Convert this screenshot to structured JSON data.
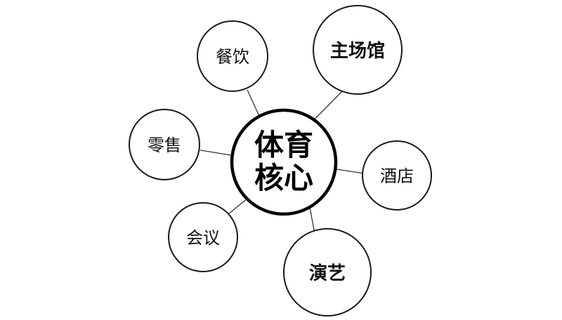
{
  "diagram": {
    "center": {
      "line1": "体育",
      "line2": "核心"
    },
    "nodes": {
      "main_venue": "主场馆",
      "catering": "餐饮",
      "retail": "零售",
      "hotel": "酒店",
      "conference": "会议",
      "performance": "演艺"
    }
  },
  "colors": {
    "stroke": "#1a1a1a",
    "background": "#ffffff",
    "text": "#111111"
  }
}
